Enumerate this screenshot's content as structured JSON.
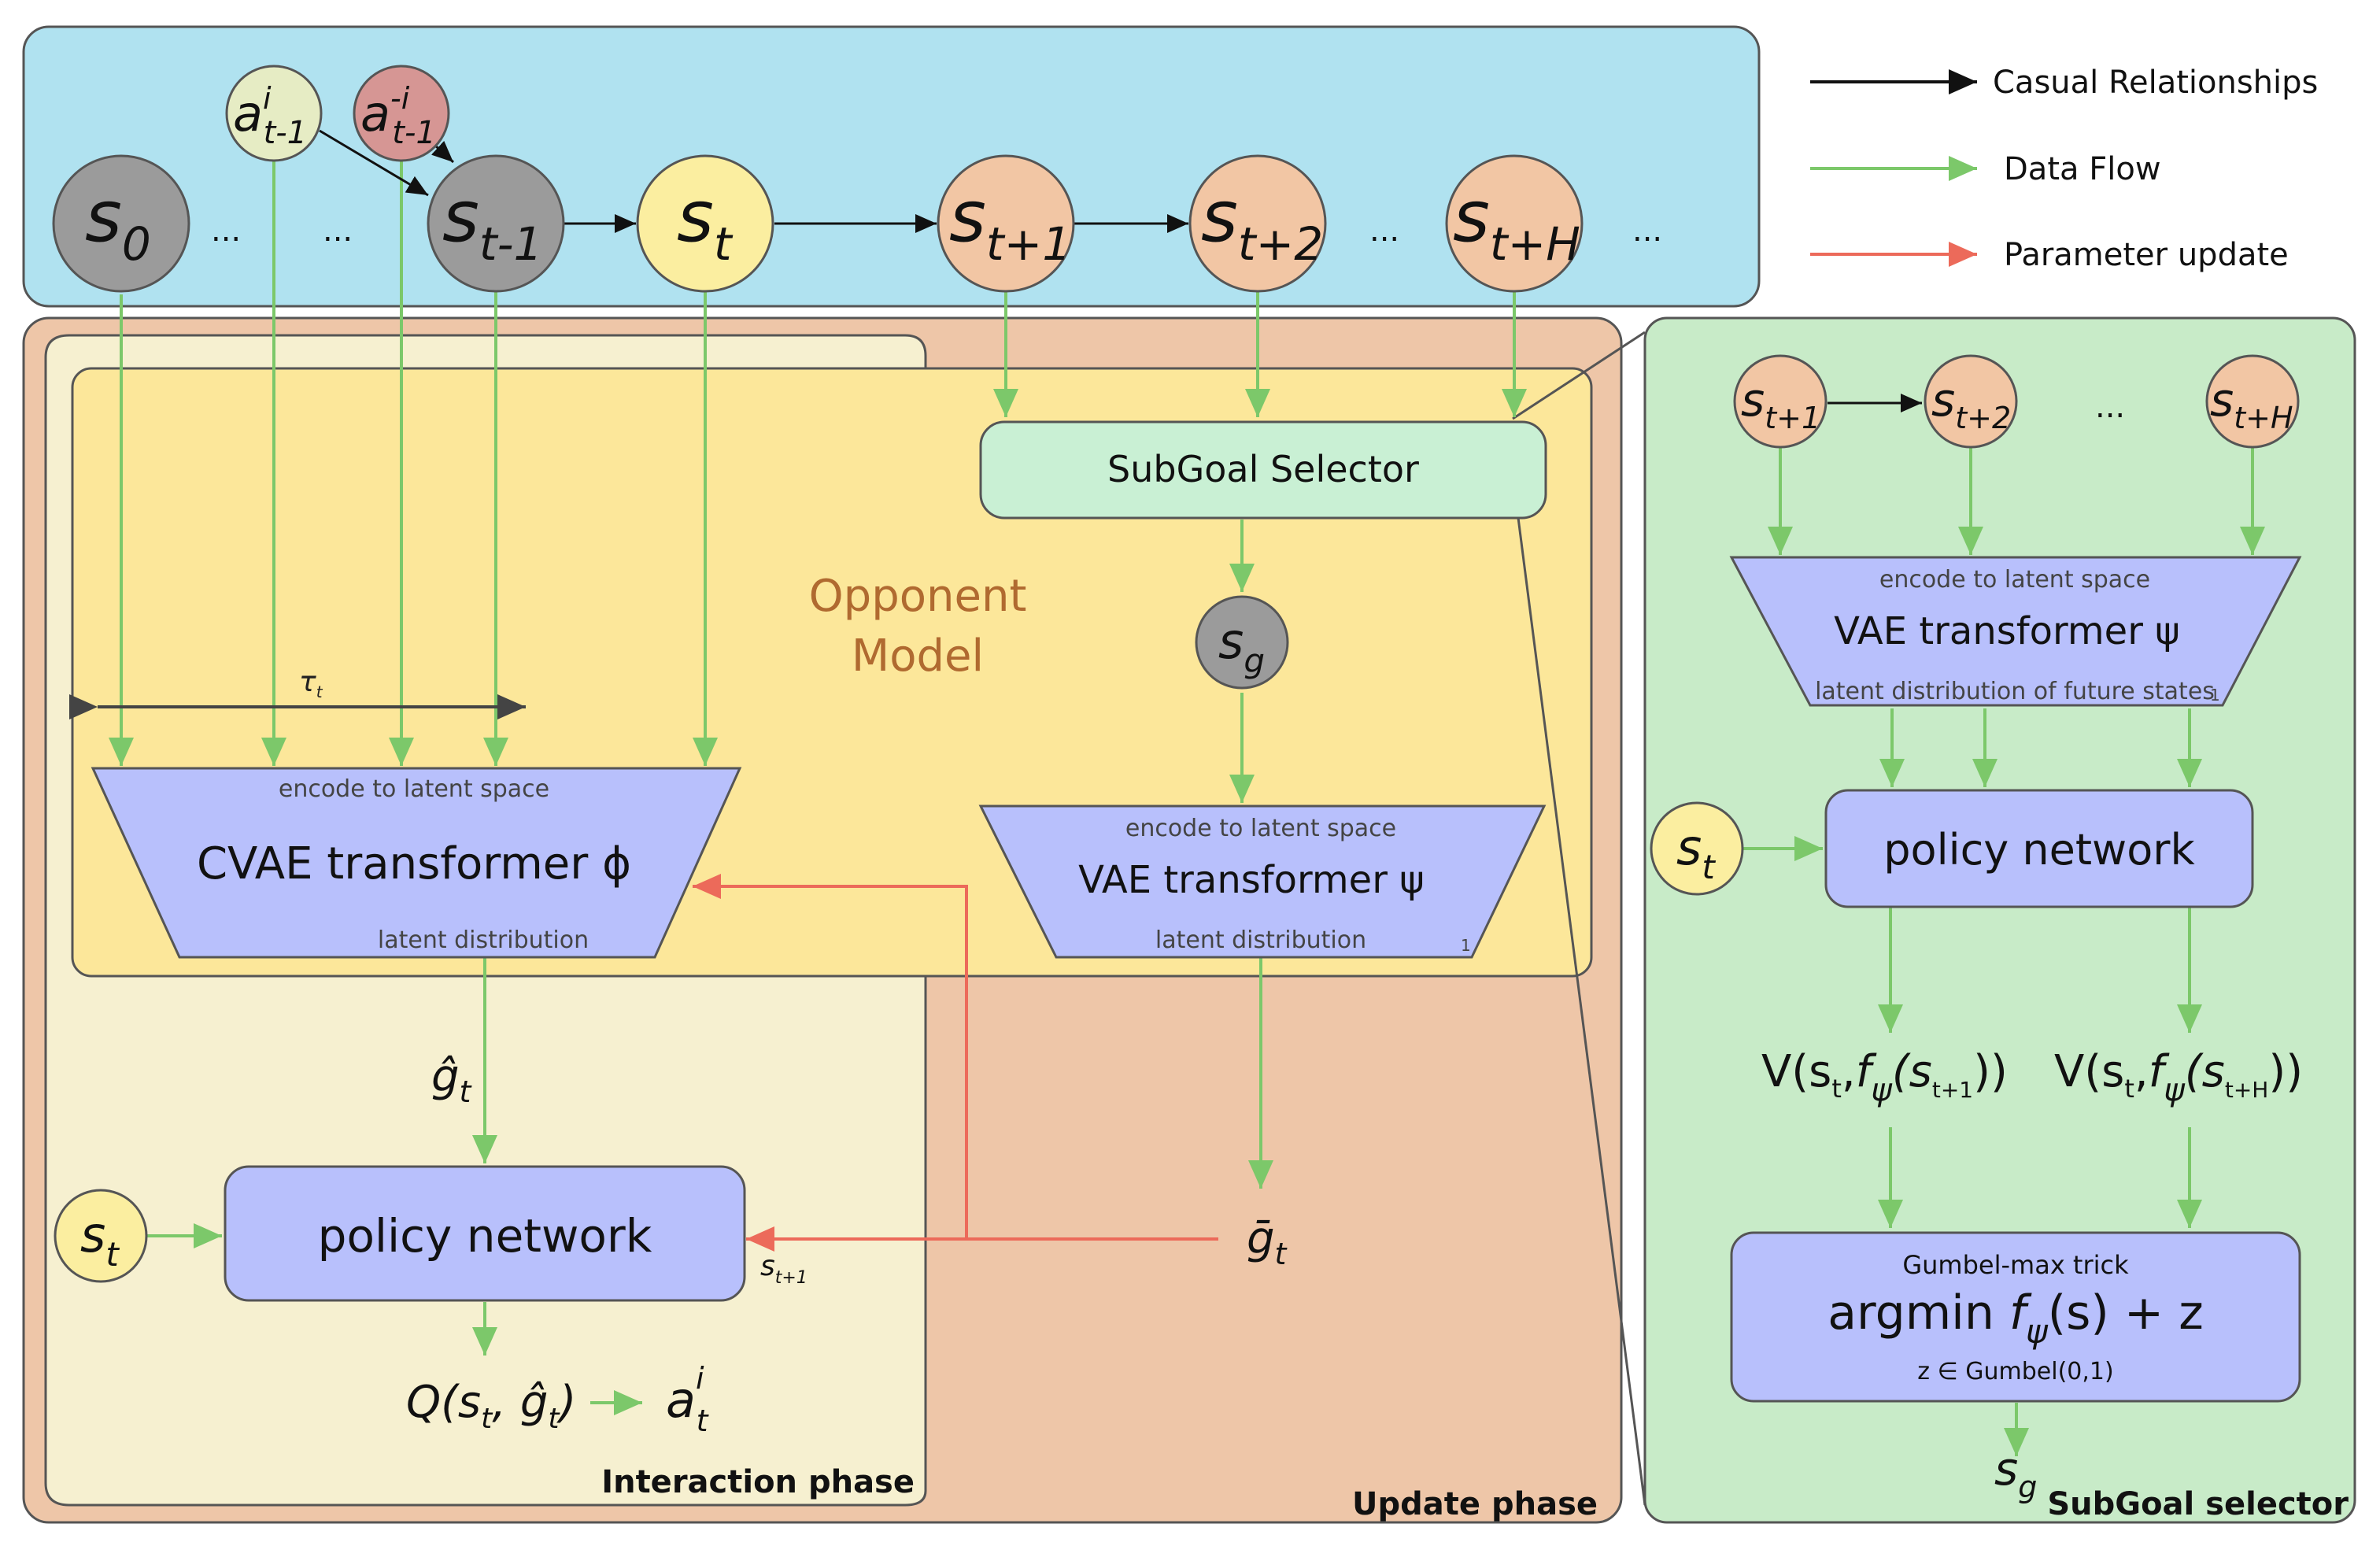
{
  "legend": {
    "causal": "Casual Relationships",
    "data_flow": "Data Flow",
    "param_update": "Parameter update"
  },
  "colors": {
    "top_band": "#b0e2f0",
    "update_phase": "#eec6a8",
    "interaction_phase": "#f6f0d0",
    "opponent_model": "#fce79a",
    "subgoal_panel": "#c8ebc8",
    "node_gray": "#9b9b9b",
    "node_yellow": "#fbeea0",
    "node_peach": "#f2c6a4",
    "node_green_light": "#e6ecc4",
    "node_red": "#d69694",
    "block_purple": "#b8c0fc",
    "subgoal_selector_box": "#c9f0d4",
    "arrow_black": "#111111",
    "arrow_green": "#7cc86a",
    "arrow_red": "#ec6a5a",
    "opponent_text": "#b06a30",
    "border_gray": "#555555"
  },
  "top": {
    "nodes": {
      "s0": {
        "base": "s",
        "sub": "0"
      },
      "st_minus1": {
        "base": "s",
        "sub": "t-1"
      },
      "st": {
        "base": "s",
        "sub": "t"
      },
      "st_plus1": {
        "base": "s",
        "sub": "t+1"
      },
      "st_plus2": {
        "base": "s",
        "sub": "t+2"
      },
      "st_plusH": {
        "base": "s",
        "sub": "t+H"
      },
      "a_i": {
        "base": "a",
        "sup": "i",
        "sub": "t-1"
      },
      "a_minus_i": {
        "base": "a",
        "sup": "-i",
        "sub": "t-1"
      }
    },
    "ellipsis": "..."
  },
  "main": {
    "opponent_model_line1": "Opponent",
    "opponent_model_line2": "Model",
    "tau": {
      "base": "τ",
      "sub": "t"
    },
    "subgoal_selector_label": "SubGoal Selector",
    "sg": {
      "base": "s",
      "sub": "g"
    },
    "cvae": {
      "top": "encode to latent space",
      "title": "CVAE transformer ϕ",
      "bottom": "latent distribution"
    },
    "vae": {
      "top": "encode to latent space",
      "title": "VAE transformer ψ",
      "bottom": "latent distribution",
      "index": "1"
    },
    "g_hat": {
      "base": "ĝ",
      "sub": "t"
    },
    "g_bar": {
      "base": "ḡ",
      "sub": "t"
    },
    "policy_network": "policy network",
    "st_left": {
      "base": "s",
      "sub": "t"
    },
    "s_next": {
      "base": "s",
      "sub": "t+1"
    },
    "q_expr": "Q(s",
    "q_sub": "t",
    "q_mid": ", ĝ",
    "q_sub2": "t",
    "q_end": ")",
    "a_out": {
      "base": "a",
      "sup": "i",
      "sub": "t"
    },
    "interaction_phase": "Interaction phase",
    "update_phase": "Update phase"
  },
  "right_panel": {
    "nodes": {
      "st_plus1": {
        "base": "s",
        "sub": "t+1"
      },
      "st_plus2": {
        "base": "s",
        "sub": "t+2"
      },
      "st_plusH": {
        "base": "s",
        "sub": "t+H"
      }
    },
    "ellipsis": "...",
    "vae": {
      "top": "encode to latent space",
      "title": "VAE transformer ψ",
      "bottom": "latent distribution of future states",
      "index": "1"
    },
    "st": {
      "base": "s",
      "sub": "t"
    },
    "policy_network": "policy network",
    "v1": {
      "pre": "V(s",
      "sub_t": "t",
      "comma": ",",
      "f": "f",
      "psi": "ψ",
      "open": "(s",
      "sub_x": "t+1",
      "close": "))"
    },
    "v2": {
      "pre": "V(s",
      "sub_t": "t",
      "comma": ",",
      "f": "f",
      "psi": "ψ",
      "open": "(s",
      "sub_x": "t+H",
      "close": "))"
    },
    "gumbel": {
      "top": "Gumbel-max trick",
      "argmin": "argmin ",
      "f": "f",
      "psi": "ψ",
      "s": "(s)",
      "plus_z": " + z",
      "bottom": "z ∈ Gumbel(0,1)"
    },
    "sg": {
      "base": "s",
      "sub": "g"
    },
    "label": "SubGoal selector"
  }
}
